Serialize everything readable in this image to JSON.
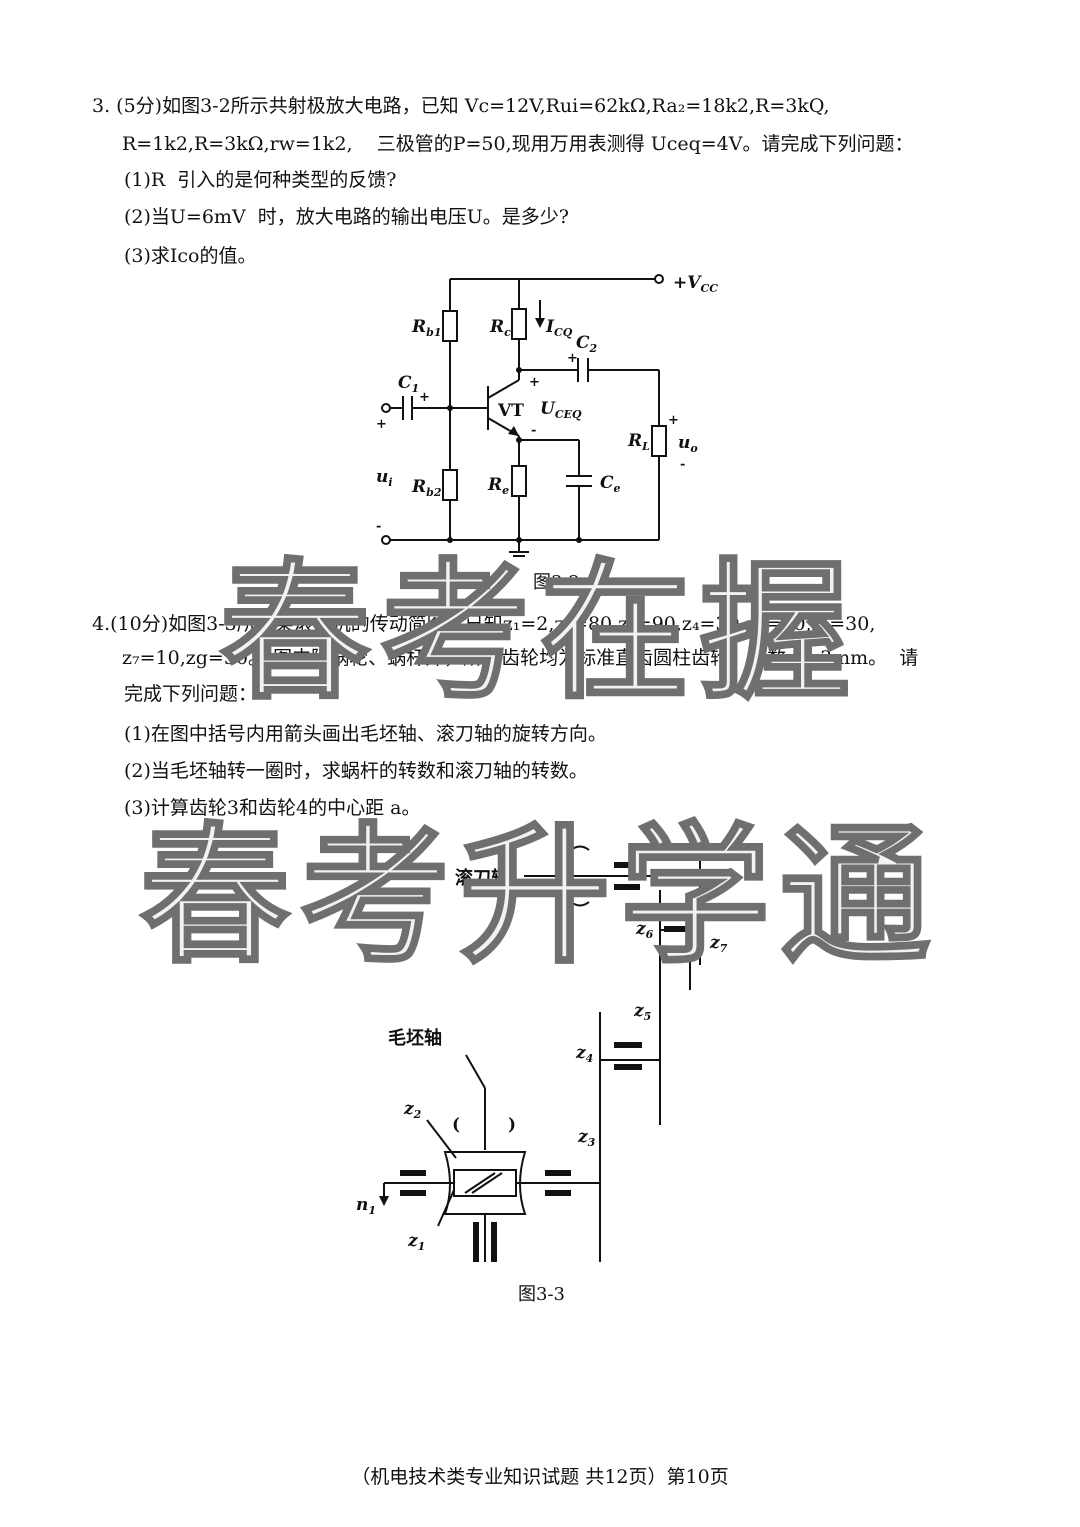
{
  "q3": {
    "line1": "3. (5分)如图3-2所示共射极放大电路，已知 Vc=12V,Rui=62kΩ,Ra₂=18k2,R=3kQ,",
    "line2": "R=1k2,R=3kΩ,rw=1k2,    三极管的P=50,现用万用表测得 Uceq=4V。请完成下列问题：",
    "p1": "(1)R  引入的是何种类型的反馈?",
    "p2": "(2)当U=6mV  时，放大电路的输出电压U。是多少?",
    "p3": "(3)求Ico的值。"
  },
  "fig32": {
    "caption": "图3-2",
    "vcc": "+V",
    "vcc_sub": "CC",
    "rb1": "R",
    "rb1_sub": "b1",
    "rc": "R",
    "rc_sub": "c",
    "icq": "I",
    "icq_sub": "CQ",
    "c2": "C",
    "c2_sub": "2",
    "c1": "C",
    "c1_sub": "1",
    "vt": "VT",
    "uceq": "U",
    "uceq_sub": "CEQ",
    "rl": "R",
    "rl_sub": "L",
    "uo": "u",
    "uo_sub": "o",
    "ui": "u",
    "ui_sub": "i",
    "rb2": "R",
    "rb2_sub": "b2",
    "re": "R",
    "re_sub": "e",
    "ce": "C",
    "ce_sub": "e",
    "plus": "+",
    "minus": "-"
  },
  "q4": {
    "line1": "4.(10分)如图3-3所示某滚齿机的传动简图，已知z₁=2,z₂=80,z₃=90,z₄=30,zs=60,z₆=30,",
    "line2": "z₇=10,zg=30。 图中除蜗轮、蜗杆外，所有齿轮均为标准直齿圆柱齿轮、模数m=3mm。  请",
    "line3": "完成下列问题：",
    "p1": "(1)在图中括号内用箭头画出毛坯轴、滚刀轴的旋转方向。",
    "p2": "(2)当毛坯轴转一圈时，求蜗杆的转数和滚刀轴的转数。",
    "p3": "(3)计算齿轮3和齿轮4的中心距 a。"
  },
  "fig33": {
    "caption": "图3-3",
    "hob_shaft": "滚刀轴",
    "blank_shaft": "毛坯轴",
    "z": "z",
    "z1": "1",
    "z2": "2",
    "z3": "3",
    "z4": "4",
    "z5": "5",
    "z6": "6",
    "z7": "7",
    "z8": "8",
    "n": "n",
    "n1": "1",
    "bracket_open": "(",
    "bracket_close": ")"
  },
  "watermarks": [
    "春考在握",
    "春考升学通"
  ],
  "footer": "（机电技术类专业知识试题 共12页）第10页"
}
